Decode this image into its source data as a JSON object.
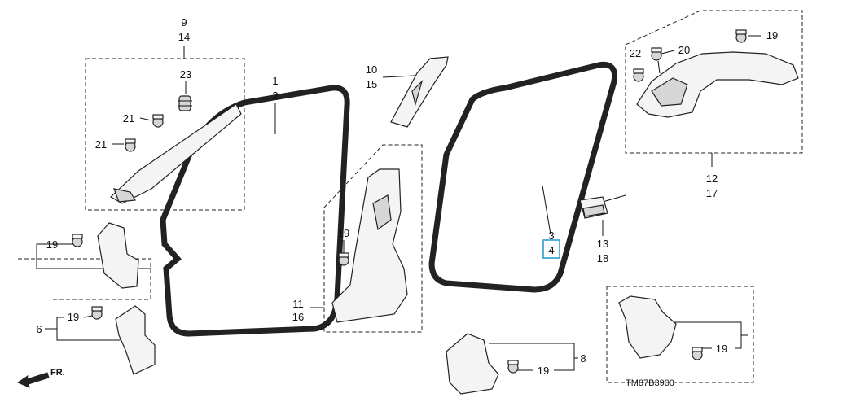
{
  "diagram": {
    "drawing_code": "TM87B3900",
    "direction_label": "FR.",
    "highlight_color": "#2a9fd6",
    "callouts": {
      "c9": "9",
      "c14": "14",
      "c23": "23",
      "c21a": "21",
      "c21b": "21",
      "c1": "1",
      "c2": "2",
      "c10": "10",
      "c15": "15",
      "c19a": "19",
      "c19b": "19",
      "c19c": "19",
      "c19d": "19",
      "c19e": "19",
      "c19f": "19",
      "c6": "6",
      "c11": "11",
      "c16": "16",
      "c3": "3",
      "c4": "4",
      "c22": "22",
      "c20": "20",
      "c12": "12",
      "c17": "17",
      "c13": "13",
      "c18": "18",
      "c8": "8"
    }
  }
}
